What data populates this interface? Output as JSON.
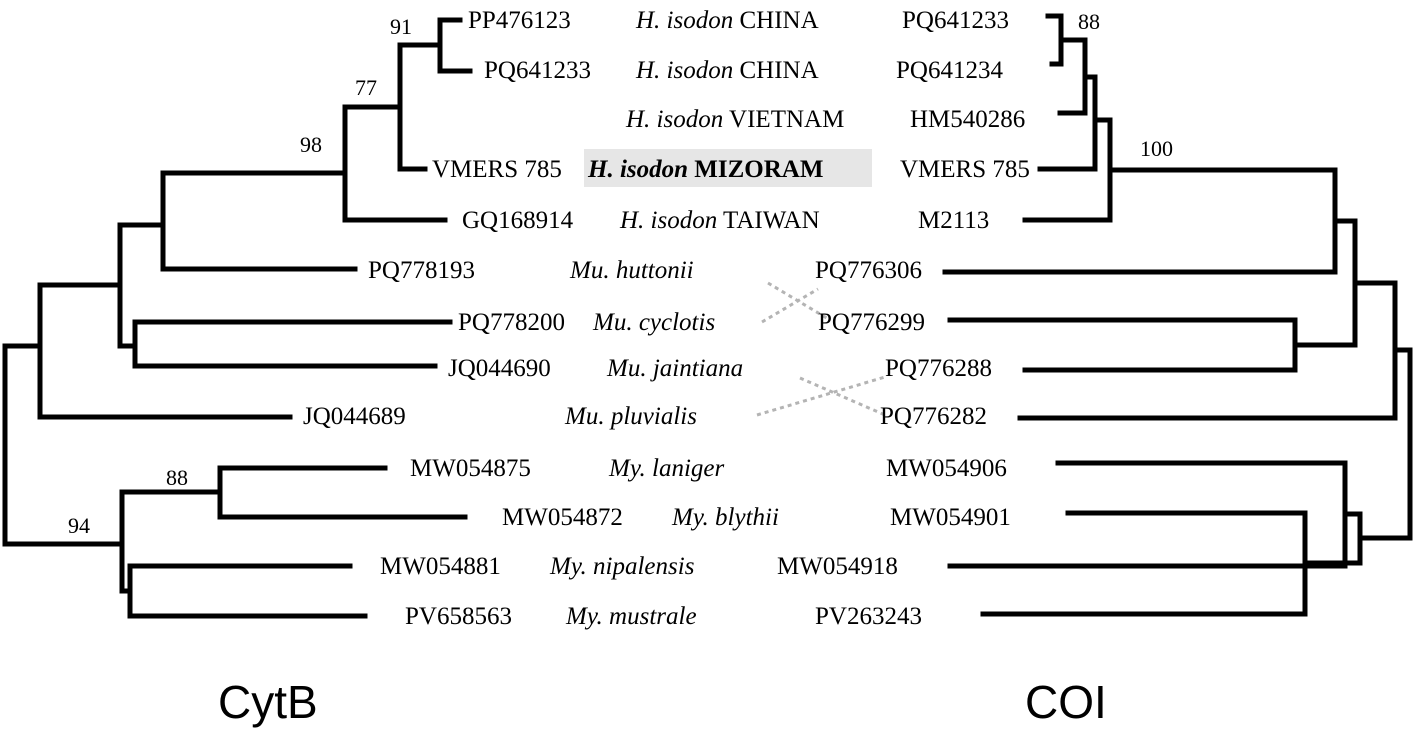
{
  "cytb": {
    "title": "CytB",
    "support": [
      "91",
      "77",
      "98",
      "88",
      "94"
    ]
  },
  "coi": {
    "title": "COI",
    "support": [
      "88",
      "100"
    ]
  },
  "taxa": [
    {
      "cytb_acc": "PP476123",
      "genus_species": "H. isodon",
      "locality": "CHINA",
      "coi_acc": "PQ641233"
    },
    {
      "cytb_acc": "PQ641233",
      "genus_species": "H. isodon",
      "locality": "CHINA",
      "coi_acc": "PQ641234"
    },
    {
      "cytb_acc": "",
      "genus_species": "H. isodon",
      "locality": "VIETNAM",
      "coi_acc": "HM540286"
    },
    {
      "cytb_acc": "VMERS 785",
      "genus_species": "H. isodon",
      "locality": "MIZORAM",
      "coi_acc": "VMERS 785"
    },
    {
      "cytb_acc": "GQ168914",
      "genus_species": "H. isodon",
      "locality": "TAIWAN",
      "coi_acc": "M2113"
    },
    {
      "cytb_acc": "PQ778193",
      "genus_species": "Mu. huttonii",
      "locality": "",
      "coi_acc": "PQ776306"
    },
    {
      "cytb_acc": "PQ778200",
      "genus_species": "Mu. cyclotis",
      "locality": "",
      "coi_acc": "PQ776299"
    },
    {
      "cytb_acc": "JQ044690",
      "genus_species": "Mu. jaintiana",
      "locality": "",
      "coi_acc": "PQ776288"
    },
    {
      "cytb_acc": "JQ044689",
      "genus_species": "Mu. pluvialis",
      "locality": "",
      "coi_acc": "PQ776282"
    },
    {
      "cytb_acc": "MW054875",
      "genus_species": "My. laniger",
      "locality": "",
      "coi_acc": "MW054906"
    },
    {
      "cytb_acc": "MW054872",
      "genus_species": "My. blythii",
      "locality": "",
      "coi_acc": "MW054901"
    },
    {
      "cytb_acc": "MW054881",
      "genus_species": "My. nipalensis",
      "locality": "",
      "coi_acc": "MW054918"
    },
    {
      "cytb_acc": "PV658563",
      "genus_species": "My. mustrale",
      "locality": "",
      "coi_acc": "PV263243"
    }
  ],
  "highlight_color": "#e6e6e6"
}
